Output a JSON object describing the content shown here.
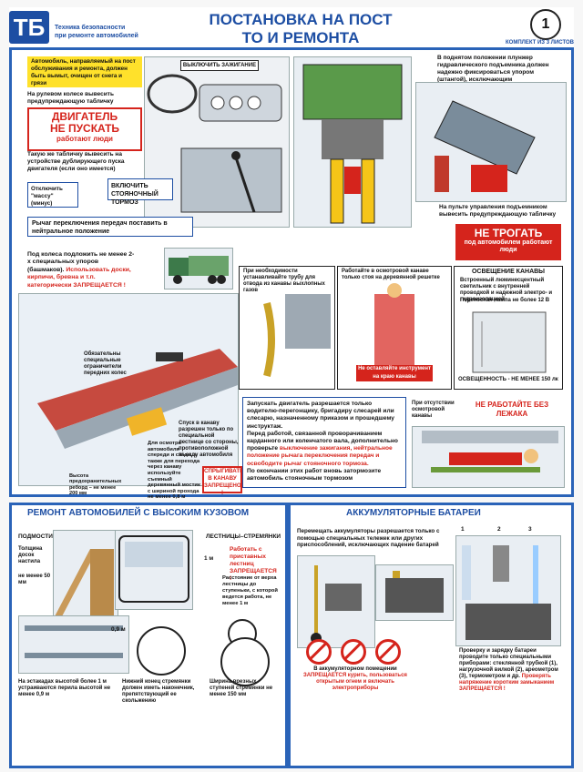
{
  "header": {
    "logo": "ТБ",
    "logo_line1": "Техника безопасности",
    "logo_line2": "при ремонте автомобилей",
    "title_line1": "ПОСТАНОВКА НА ПОСТ",
    "title_line2": "ТО И РЕМОНТА",
    "sheet_number": "1",
    "kit": "КОМПЛЕКТ ИЗ 3 ЛИСТОВ"
  },
  "top_left": {
    "yellow_note": "Автомобиль, направляемый на пост обслуживания и ремонта, должен быть вымыт, очищен от снега и грязи",
    "wheel_note": "На рулевом колесе вывесить предупреждающую табличку",
    "sign_line1": "ДВИГАТЕЛЬ",
    "sign_line2": "НЕ ПУСКАТЬ",
    "sign_line3": "работают люди",
    "duplicate_note": "Такую же табличку вывесить на устройстве дублирующего пуска двигателя (если оно имеется)",
    "ignition_label": "ВЫКЛЮЧИТЬ ЗАЖИГАНИЕ",
    "mass_label": "Отключить \"массу\" (минус)",
    "brake_label": "ВКЛЮЧИТЬ СТОЯНОЧНЫЙ ТОРМОЗ",
    "gear_label": "Рычаг переключения передач поставить в нейтральное положение",
    "chocks_text": "Под колеса подложить не менее 2-х специальных упоров (башмаков).",
    "chocks_warning": "Использовать доски, кирпичи, бревна и т.п. категорически ЗАПРЕЩАЕТСЯ !"
  },
  "top_right": {
    "lift_note": "В поднятом положении плунжер гидравлического подъемника должен надежно фиксироваться упором (штангой), исключающим самопроизвольное опускание",
    "panel_note": "На пульте управления подъемником вывесить предупреждающую табличку",
    "sign_line1": "НЕ ТРОГАТЬ",
    "sign_line2": "под автомобилем работают люди"
  },
  "middle": {
    "exhaust_note": "При необходимости устанавливайте трубу для отвода из канавы выхлопных газов",
    "grate_note": "Работайте в осмотровой канаве только стоя на деревянной решетке",
    "grate_warning": "Не оставляйте инструмент на краю канавы",
    "light_title": "ОСВЕЩЕНИЕ КАНАВЫ",
    "light_item1": "Встроенный люминесцентный светильник с внутренней проводкой и надежной электро- и гидроизоляцией",
    "light_item2": "Переносная лампа не более 12 В",
    "light_footer_label": "ОСВЕЩЕННОСТЬ - НЕ МЕНЕЕ",
    "light_footer_value": "150 лк",
    "guide_label": "Обязательны специальные ограничители передних колес",
    "descent_note": "Спуск в канаву разрешен только по специальной лестнице со стороны, противоположной въезду автомобиля",
    "crossing_note": "Для осмотра автомобиля спереди и сзади, а также для перехода через канаву используйте съемный деревянный мостик с шириной прохода не менее 0,8 м",
    "curb_note": "Высота предохранительных реборд – не менее 200 мм",
    "jump_warning": "СПРЫГИВАТЬ В КАНАВУ ЗАПРЕЩЕНО !",
    "engine_start_text": "Запускать двигатель разрешается только водителю-перегонщику, бригадиру слесарей или слесарю, назначенному приказом и прошедшему инструктаж.",
    "before_work_text": "Перед работой, связанной проворачиванием карданного или коленчатого вала, дополнительно проверьте",
    "before_work_highlight": "выключение зажигания, нейтральное положение рычага переключения передач и освободите рычаг стояночного тормоза.",
    "after_work_text": "По окончании этих работ вновь затормозите автомобиль стояночным тормозом",
    "no_pit_note": "При отсутствии осмотровой канавы",
    "lounger_warning": "НЕ РАБОТАЙТЕ БЕЗ ЛЕЖАКА"
  },
  "bottom_left": {
    "title": "РЕМОНТ АВТОМОБИЛЕЙ С ВЫСОКИМ КУЗОВОМ",
    "stairs_label": "ПОДМОСТИ",
    "thickness_label": "Толщина досок настила",
    "thickness_value": "не менее 50 мм",
    "ladders_label": "ЛЕСТНИЦЫ–СТРЕМЯНКИ",
    "ladder_warning": "Работать с приставных лестниц ЗАПРЕЩАЕТСЯ !",
    "dimension_1m": "1 м",
    "dimension_09m": "0,9 м",
    "top_distance": "Расстояние от верха лестницы до ступеньки, с которой ведется работа, не менее 1 м",
    "railing_note": "На эстакадах высотой более 1 м устраиваются перила высотой не менее 0,9 м",
    "tips_note": "Нижний конец стремянки должен иметь наконечник, препятствующий ее скольжению",
    "step_width_note": "Ширина врезных ступеней стремянки не менее 150 мм"
  },
  "bottom_right": {
    "title": "АККУМУЛЯТОРНЫЕ БАТАРЕИ",
    "move_text": "Перемещать аккумуляторы разрешается только с помощью специальных тележек или других приспособлений, исключающих падение батарей",
    "num1": "1",
    "num2": "2",
    "num3": "3",
    "room_warning_pre": "В аккумуляторном помещении",
    "room_warning": "ЗАПРЕЩАЕТСЯ курить, пользоваться открытым огнем и включать электроприборы",
    "check_text": "Проверку и зарядку батареи проводите только специальными приборами: стеклянной трубкой (1), нагрузочной вилкой (2), ареометром (3), термометром и др.",
    "check_warning": "Проверять напряжение коротким замыканием ЗАПРЕЩАЕТСЯ !"
  },
  "colors": {
    "brand_blue": "#1d4ea3",
    "warning_red": "#d5241c",
    "highlight_yellow": "#ffe12b"
  }
}
